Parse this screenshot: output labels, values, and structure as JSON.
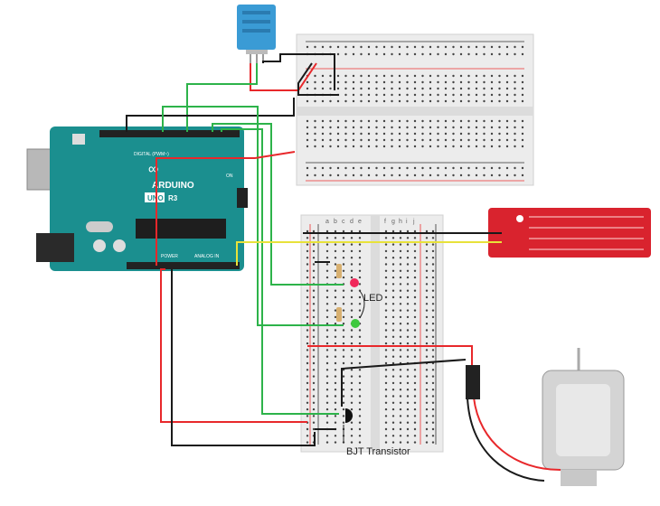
{
  "labels": {
    "led": "LED",
    "transistor": "BJT Transistor"
  },
  "arduino": {
    "brand": "ARDUINO",
    "model": "UNO",
    "revision": "R3",
    "digital_header": "DIGITAL (PWM~)",
    "power_header": "POWER",
    "analog_header": "ANALOG IN",
    "on_label": "ON"
  },
  "breadboard_columns": {
    "left": [
      "a",
      "b",
      "c",
      "d",
      "e"
    ],
    "right": [
      "f",
      "g",
      "h",
      "i",
      "j"
    ]
  },
  "colors": {
    "board": "#1b8f8f",
    "wire_red": "#e8282b",
    "wire_black": "#1a1a1a",
    "wire_green": "#2db34a",
    "wire_yellow": "#e8e23a",
    "sensor_blue": "#3a9bd5",
    "water_sensor": "#d9232e",
    "led_red": "#f0285a",
    "led_green": "#3ec93e"
  }
}
